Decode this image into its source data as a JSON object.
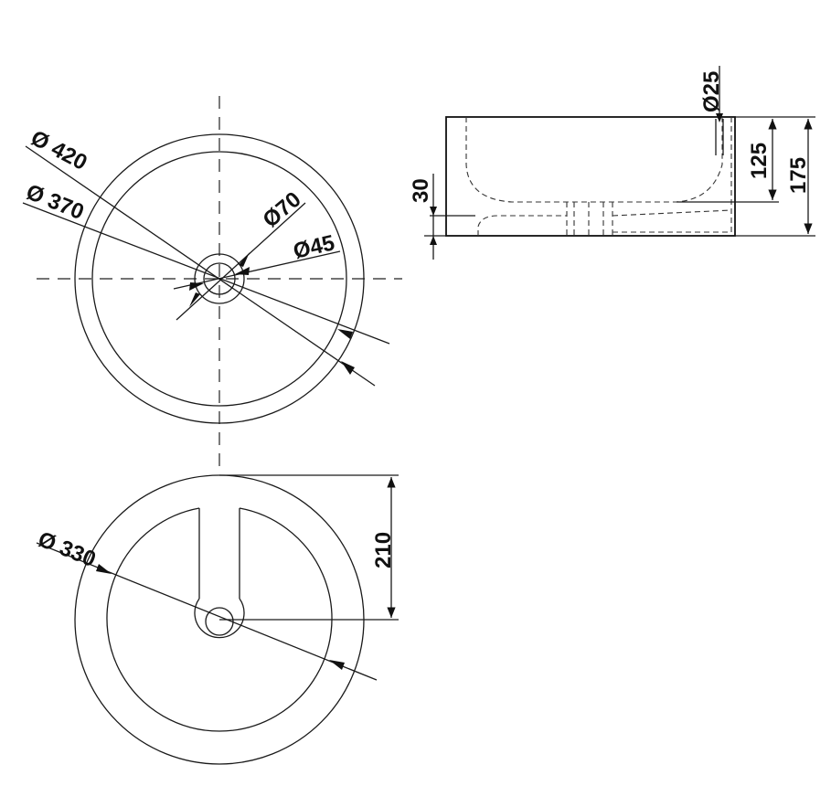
{
  "dimensions": {
    "top_outer_diameter": "Ø 420",
    "top_inner_diameter": "Ø 370",
    "drain_outer_diameter": "Ø70",
    "drain_inner_diameter": "Ø45",
    "bottom_diameter": "Ø 330",
    "drain_offset": "210",
    "overflow_diameter": "Ø25",
    "base_height": "30",
    "inner_depth": "125",
    "total_height": "175"
  },
  "colors": {
    "line": "#111111",
    "background": "#ffffff"
  }
}
